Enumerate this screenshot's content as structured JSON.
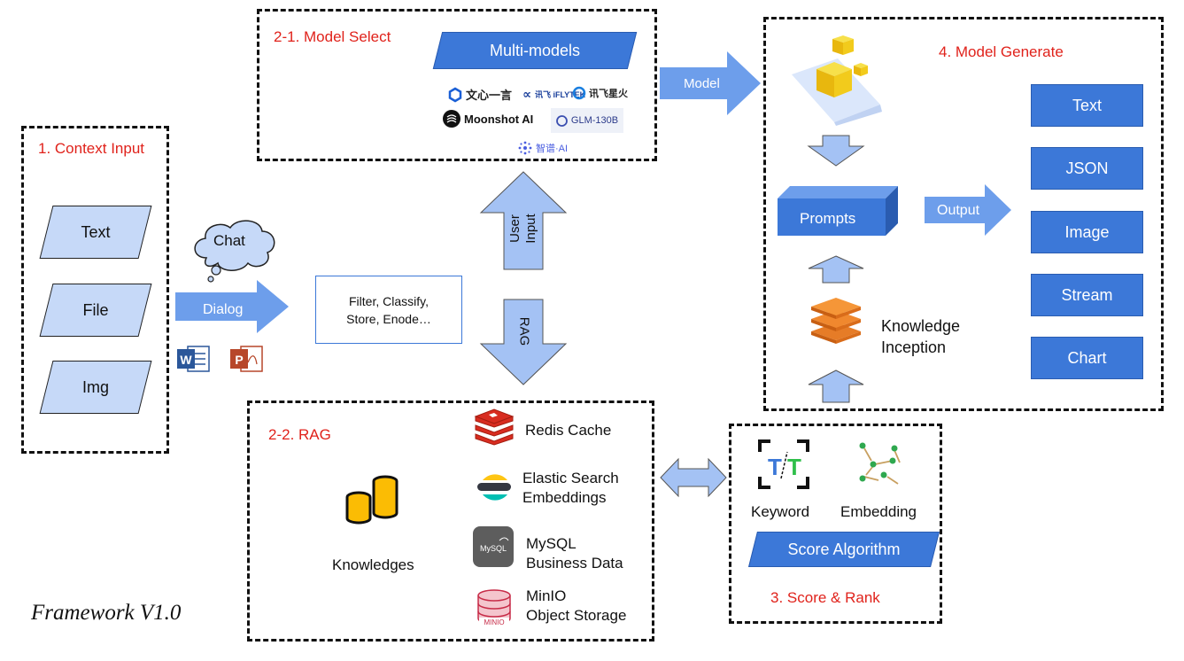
{
  "sections": {
    "context_input": "1. Context Input",
    "model_select": "2-1. Model Select",
    "rag": "2-2. RAG",
    "score_rank": "3. Score & Rank",
    "model_generate": "4. Model Generate"
  },
  "context_inputs": [
    "Text",
    "File",
    "Img"
  ],
  "chat_label": "Chat",
  "dialog_label": "Dialog",
  "process_box": "Filter, Classify, Store, Enode…",
  "user_input_label": "User Input",
  "rag_arrow_label": "RAG",
  "multi_models_label": "Multi-models",
  "model_logos": [
    "文心一言",
    "讯飞 iFLYTEK",
    "讯飞星火",
    "Moonshot AI",
    "GLM-130B",
    "智谱·AI"
  ],
  "model_arrow_label": "Model",
  "knowledges_label": "Knowledges",
  "storages": [
    {
      "line1": "Redis Cache",
      "line2": ""
    },
    {
      "line1": "Elastic Search",
      "line2": "Embeddings"
    },
    {
      "line1": "MySQL",
      "line2": "Business Data"
    },
    {
      "line1": "MinIO",
      "line2": "Object Storage"
    }
  ],
  "score": {
    "keyword": "Keyword",
    "embedding": "Embedding",
    "algorithm": "Score Algorithm"
  },
  "generate": {
    "prompts": "Prompts",
    "output_label": "Output",
    "knowledge": "Knowledge Inception",
    "outputs": [
      "Text",
      "JSON",
      "Image",
      "Stream",
      "Chart"
    ]
  },
  "footer": "Framework V1.0",
  "colors": {
    "accent_blue": "#3c78d8",
    "light_blue": "#c6d9f8",
    "arrow_blue": "#a4c2f4",
    "label_red": "#e0221b",
    "mid_blue": "#6d9eeb"
  }
}
